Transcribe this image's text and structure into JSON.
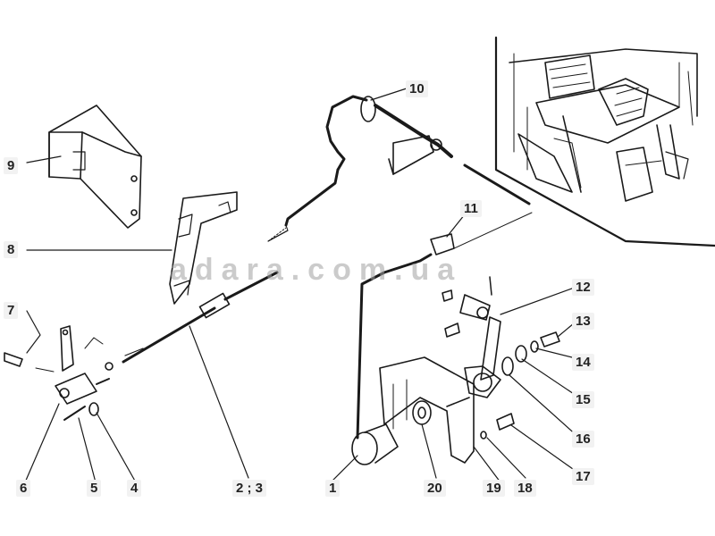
{
  "watermark": "adara.com.ua",
  "callouts": {
    "c1": "1",
    "c23": "2 ; 3",
    "c4": "4",
    "c5": "5",
    "c6": "6",
    "c7": "7",
    "c8": "8",
    "c9": "9",
    "c10": "10",
    "c11": "11",
    "c12": "12",
    "c13": "13",
    "c14": "14",
    "c15": "15",
    "c16": "16",
    "c17": "17",
    "c18": "18",
    "c19": "19",
    "c20": "20"
  },
  "colors": {
    "line": "#1a1a1a",
    "label_bg": "#f2f2f2"
  }
}
